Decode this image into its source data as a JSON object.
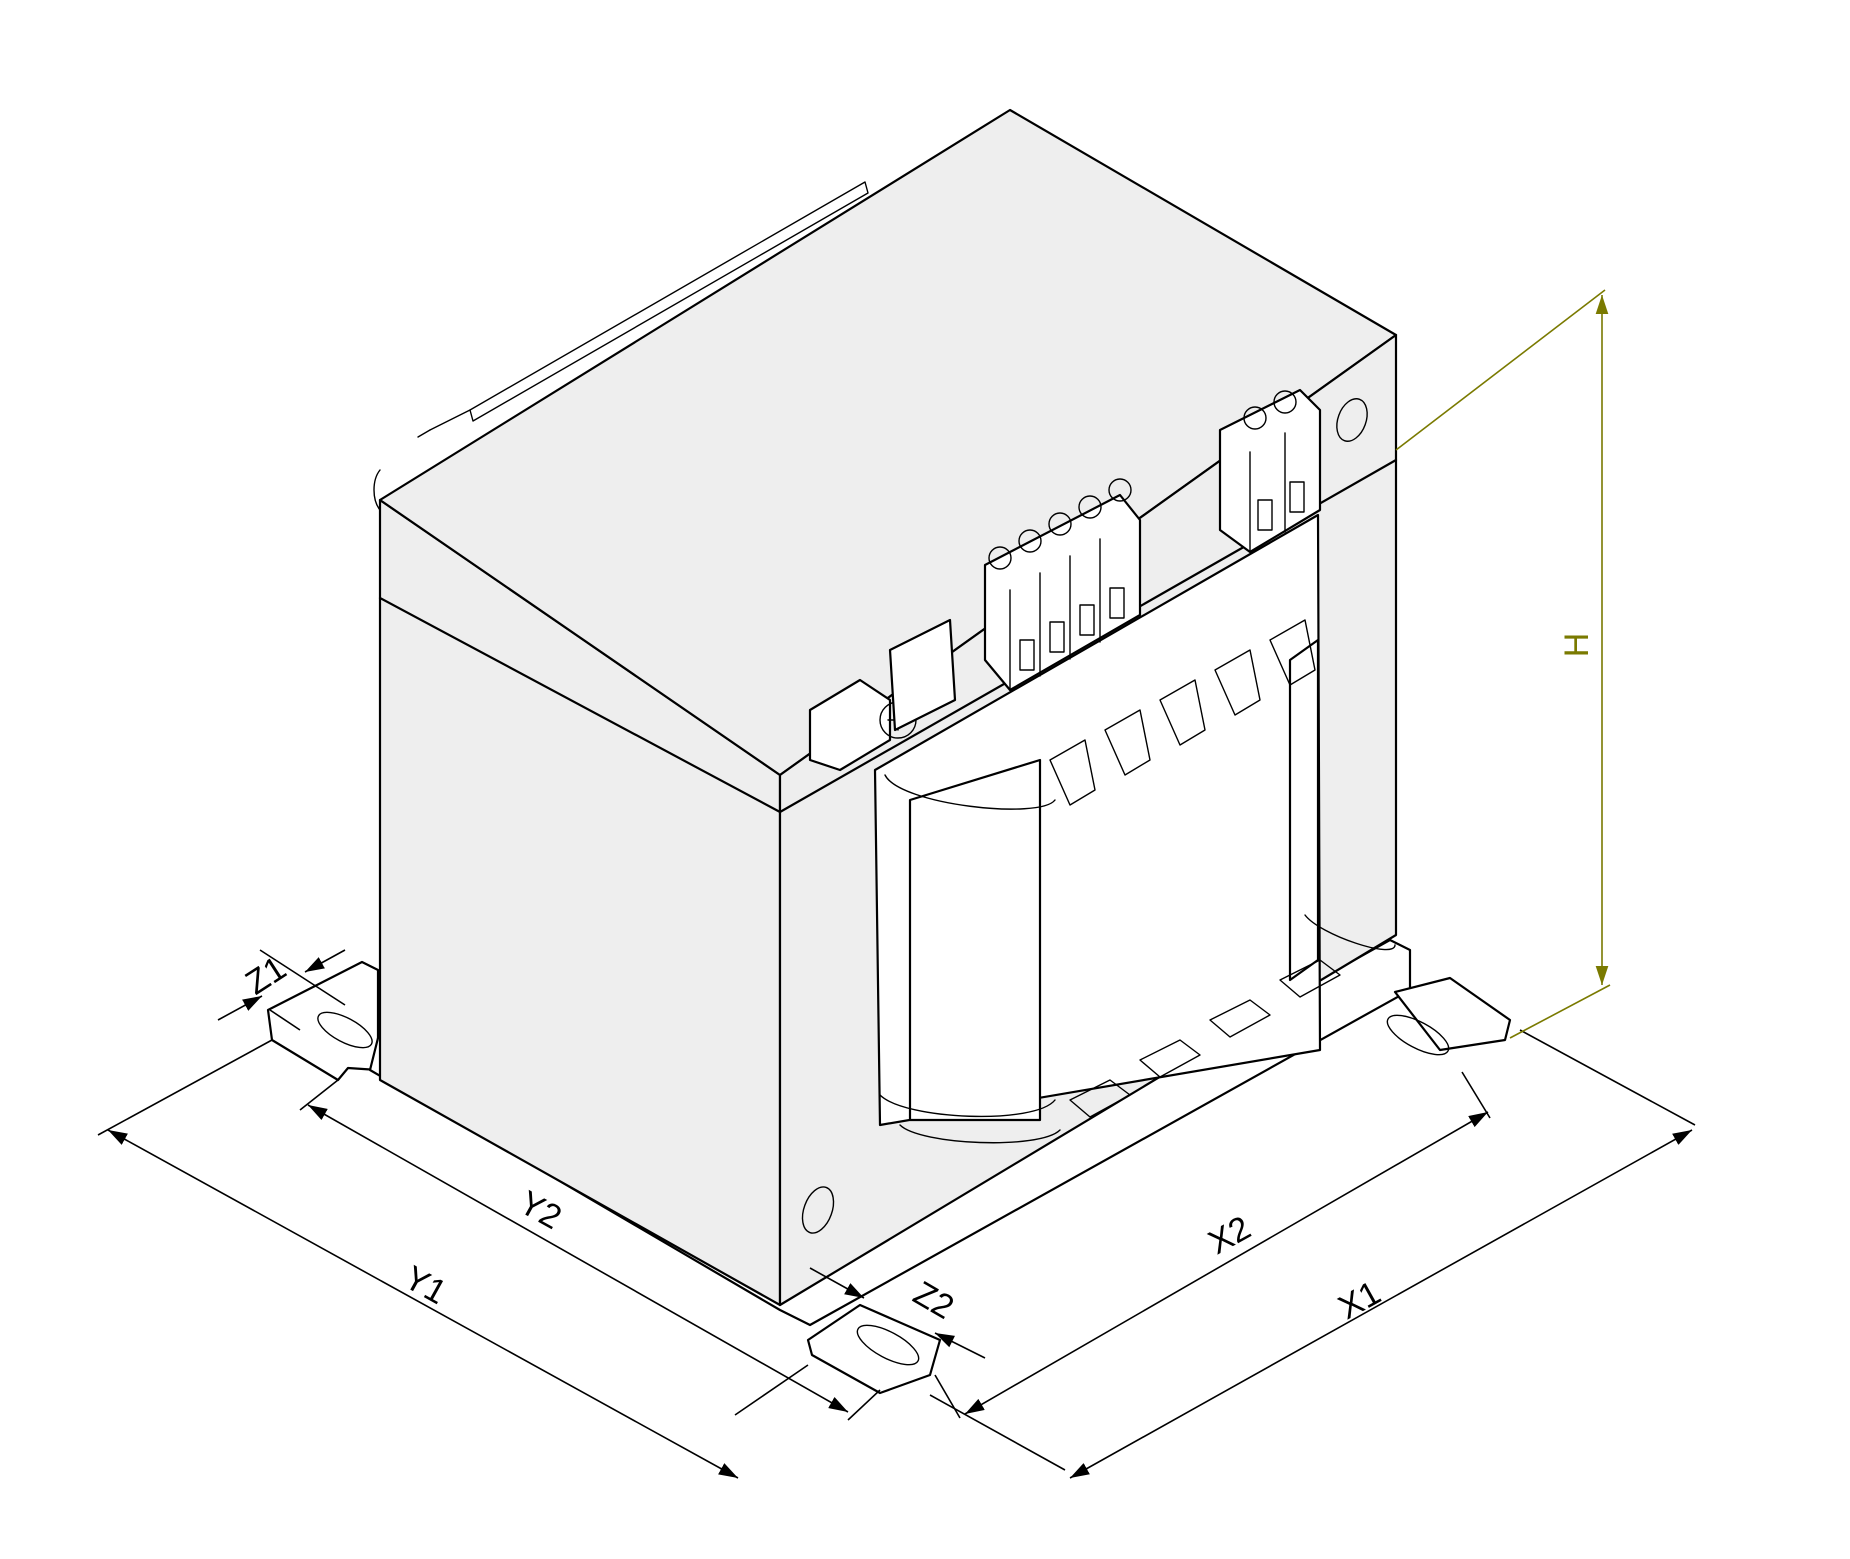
{
  "colors": {
    "outline": "#000000",
    "face": "#eeeeee",
    "background": "#ffffff",
    "height_dimension": "#7a7a00"
  },
  "dimensions": {
    "y1": "Y1",
    "y2": "Y2",
    "x1": "X1",
    "x2": "X2",
    "z1": "Z1",
    "z2": "Z2",
    "h": "H"
  }
}
